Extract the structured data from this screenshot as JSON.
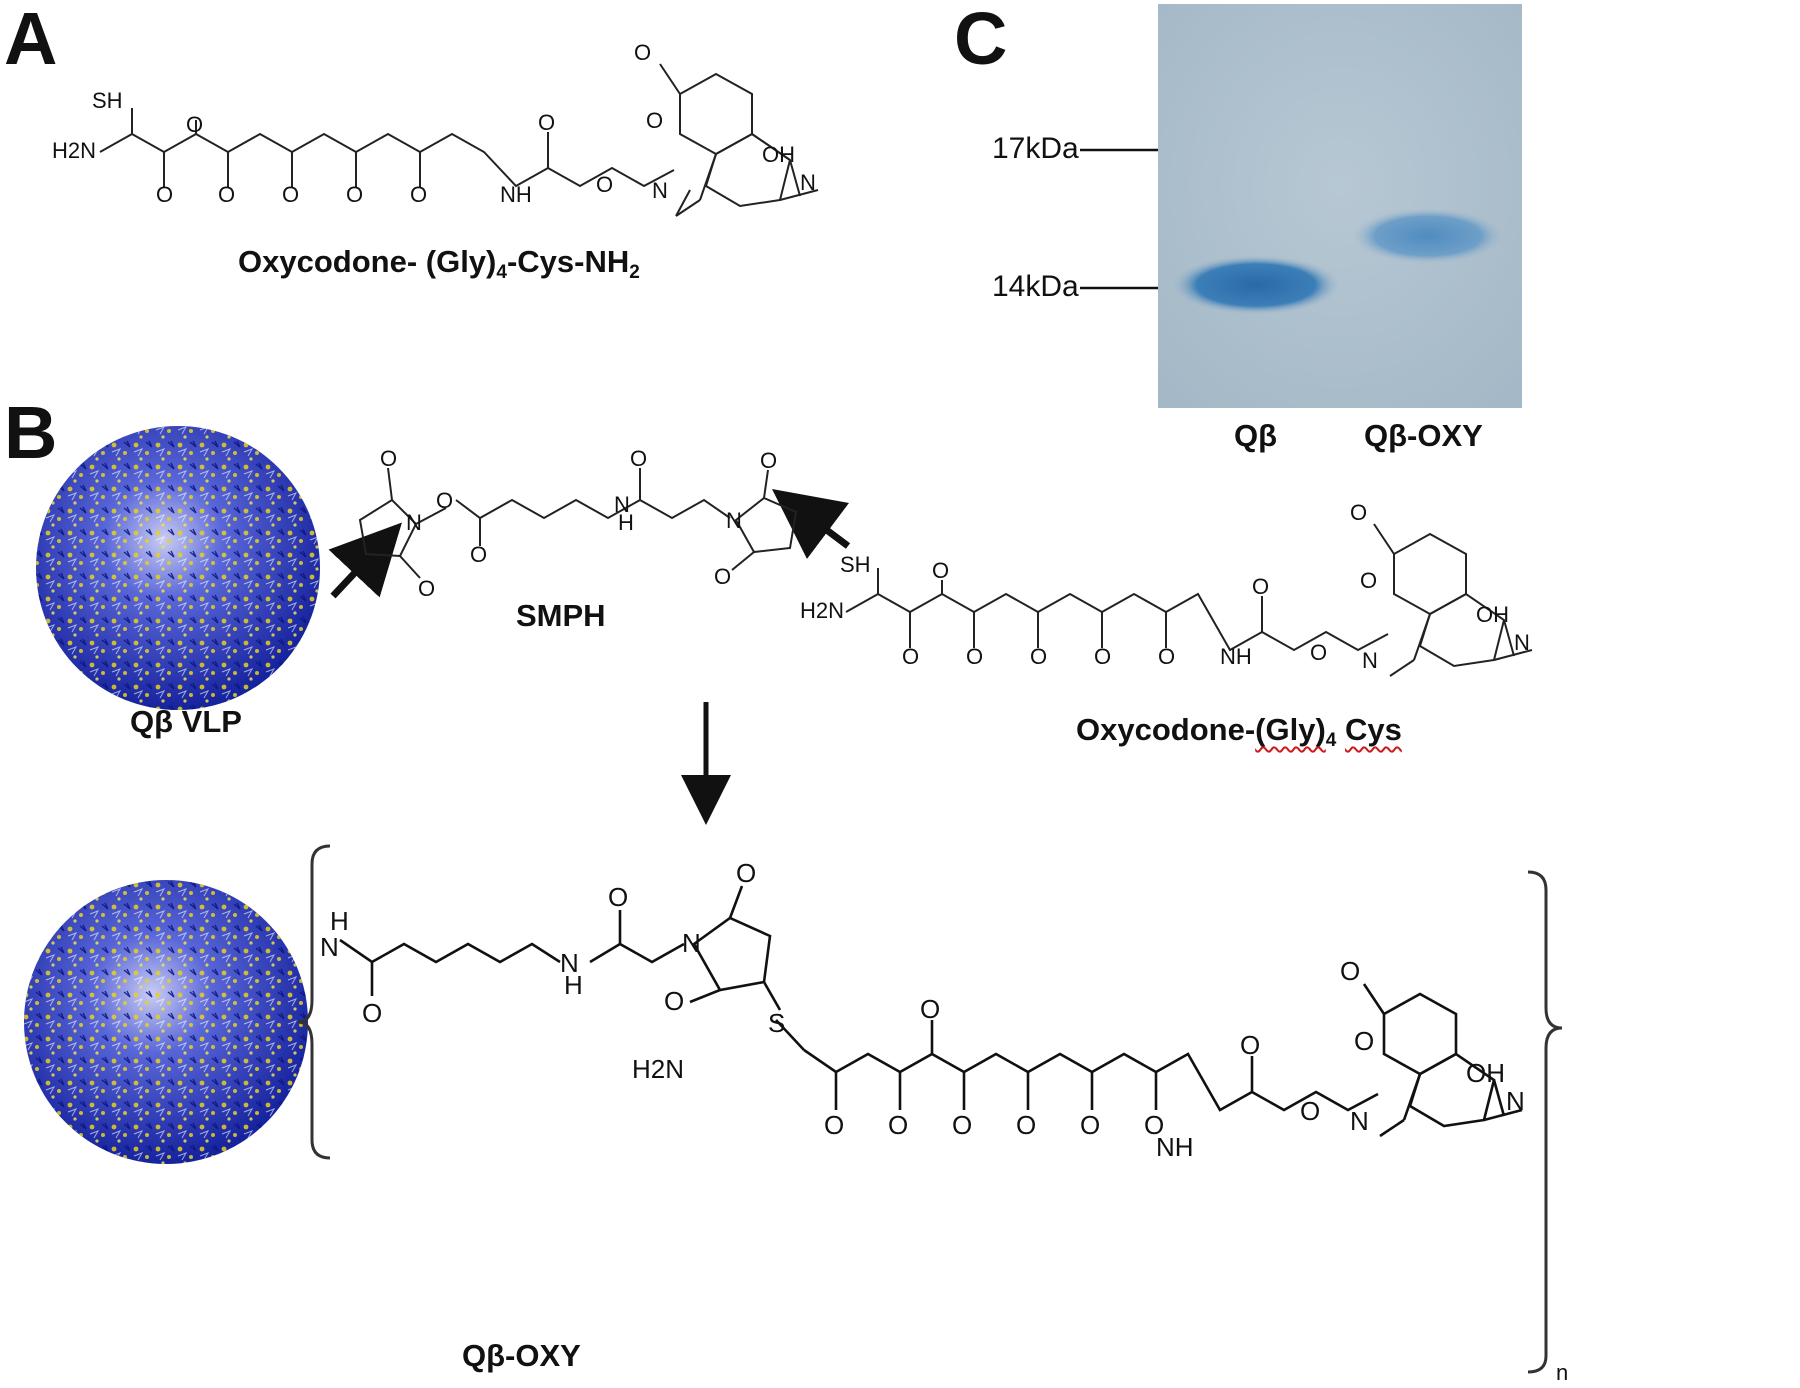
{
  "panels": {
    "a": {
      "letter": "A",
      "compound": "Oxycodone- (Gly)",
      "compound_sub": "4",
      "compound_rest": "-Cys-NH",
      "compound_sub2": "2"
    },
    "b": {
      "letter": "B",
      "vlp_label": "Qβ  VLP",
      "linker_label": "SMPH",
      "hapten_label_pre": "Oxycodone-",
      "hapten_label_gly": "(Gly)",
      "hapten_label_sub": "4",
      "hapten_label_cys": "Cys",
      "product_label": "Qβ-OXY",
      "repeat_subscript": "n"
    },
    "c": {
      "letter": "C",
      "markers": [
        "17kDa",
        "14kDa"
      ],
      "lanes": [
        "Qβ",
        "Qβ-OXY"
      ]
    }
  },
  "atoms": {
    "sh": "SH",
    "s": "S",
    "h2n": "H2N",
    "h2n_sub": "2",
    "o": "O",
    "nh": "NH",
    "n": "N",
    "h": "H",
    "oh": "OH"
  },
  "colors": {
    "gel_bg": "#aebfcc",
    "band": "#2f74ad",
    "vlp_blue": "#1a2bb0",
    "vlp_yellow": "#e6d21a"
  }
}
